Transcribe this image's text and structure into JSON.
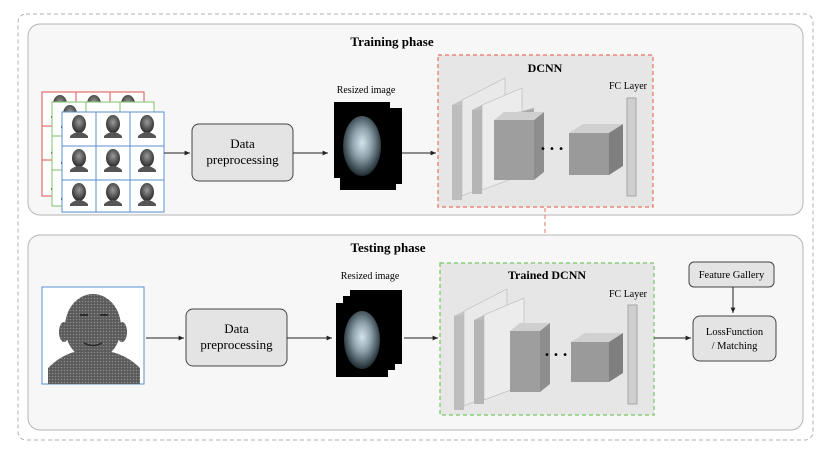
{
  "training": {
    "title": "Training phase",
    "preprocess_line1": "Data",
    "preprocess_line2": "preprocessing",
    "resized_label": "Resized image",
    "dcnn_title": "DCNN",
    "fc_label": "FC Layer",
    "dots": "• • •"
  },
  "testing": {
    "title": "Testing phase",
    "preprocess_line1": "Data",
    "preprocess_line2": "preprocessing",
    "resized_label": "Resized image",
    "dcnn_title": "Trained DCNN",
    "fc_label": "FC Layer",
    "dots": "• • •",
    "gallery_label": "Feature Gallery",
    "loss_line1": "LossFunction",
    "loss_line2": "/ Matching"
  },
  "colors": {
    "panel_fill": "#f7f7f7",
    "panel_stroke": "#b5b5b5",
    "box_fill": "#e4e4e4",
    "dcnn_train_border": "#e8735f",
    "dcnn_test_border": "#76c763",
    "dcnn_fill": "#e6e6e6",
    "link_arrow": "#e8735f",
    "grid_red": "#d9534f",
    "grid_green": "#7cc26a",
    "grid_blue": "#5b8fd6"
  }
}
